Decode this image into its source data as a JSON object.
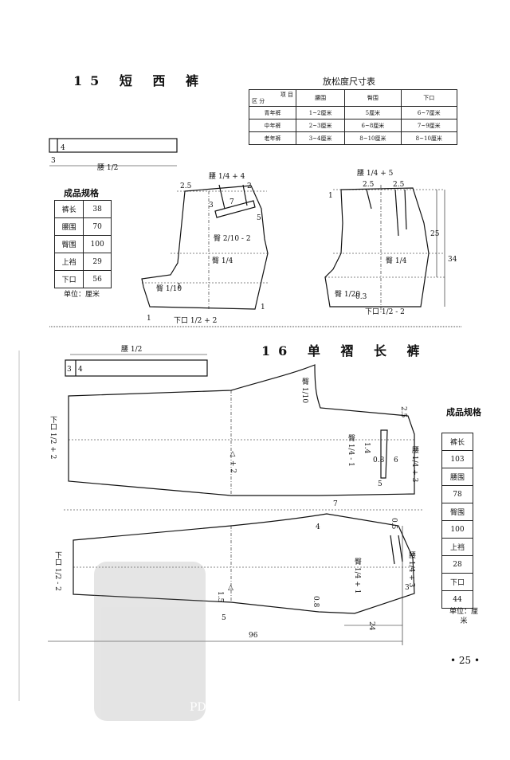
{
  "section15": {
    "title": "15 短 西 裤",
    "ease_table": {
      "title": "放松度尺寸表",
      "corner_top": "项 目",
      "corner_bottom": "区 分",
      "columns": [
        "腰围",
        "臀围",
        "下口"
      ],
      "rows": [
        {
          "label": "青年裤",
          "values": [
            "1~2厘米",
            "5厘米",
            "6~7厘米"
          ]
        },
        {
          "label": "中年裤",
          "values": [
            "2~3厘米",
            "6~8厘米",
            "7~9厘米"
          ]
        },
        {
          "label": "老年裤",
          "values": [
            "3~4厘米",
            "8~10厘米",
            "8~10厘米"
          ]
        }
      ]
    },
    "specs": {
      "heading": "成品规格",
      "rows": [
        {
          "label": "裤长",
          "value": "38"
        },
        {
          "label": "腰围",
          "value": "70"
        },
        {
          "label": "臀围",
          "value": "100"
        },
        {
          "label": "上裆",
          "value": "29"
        },
        {
          "label": "下口",
          "value": "56"
        }
      ],
      "unit": "单位：厘米"
    },
    "waistband": {
      "w": "4",
      "side": "3",
      "label": "腰 1/2"
    },
    "front_labels": {
      "waist": "腰 1/4 + 4",
      "seat": "臀 2/10 - 2",
      "hip": "臀 1/4",
      "crotch": "臀 1/10",
      "hem": "下口 1/2 + 2",
      "d25": "2.5",
      "d2": "2",
      "d1a": "1",
      "d1b": "1",
      "d1c": "1",
      "d3": "3",
      "d7": "7",
      "d5": "5"
    },
    "back_labels": {
      "waist": "腰 1/4 + 5",
      "hip": "臀 1/4",
      "crotch": "臀 1/20",
      "hem": "下口 1/2 - 2",
      "d25a": "2.5",
      "d25b": "2.5",
      "d1": "1",
      "d03": "0.3",
      "h25": "25",
      "h34": "34"
    }
  },
  "section16": {
    "title": "16 单 褶 长 裤",
    "specs": {
      "heading": "成品规格",
      "rows": [
        {
          "label": "裤长",
          "value": "103"
        },
        {
          "label": "腰围",
          "value": "78"
        },
        {
          "label": "臀围",
          "value": "100"
        },
        {
          "label": "上裆",
          "value": "28"
        },
        {
          "label": "下口",
          "value": "44"
        }
      ],
      "unit": "单位：厘米"
    },
    "waistband": {
      "label": "腰 1/2",
      "side": "3",
      "w": "4"
    },
    "labels": {
      "hem_front": "下口 1/2 + 2",
      "hem_back": "下口 1/2 - 2",
      "crotch_front": "臀 1/10",
      "hip_front": "臀 1/4 - 1",
      "waist_front": "腰 1/4 + 3",
      "hip_back": "臀 1/4 + 1",
      "waist_back": "腰 1/4 + 3",
      "delta_plus": "△ + 2",
      "delta": "△",
      "d25": "2.5",
      "d14": "1.4",
      "d08a": "0.8",
      "d5a": "5",
      "d6": "6",
      "d7": "7",
      "d05": "0.5",
      "d4": "4",
      "d3": "3",
      "d15": "1.5",
      "d5b": "5",
      "d08b": "0.8",
      "d24": "24",
      "d96": "96"
    }
  },
  "watermark": "PDG",
  "page_number": "• 25 •"
}
